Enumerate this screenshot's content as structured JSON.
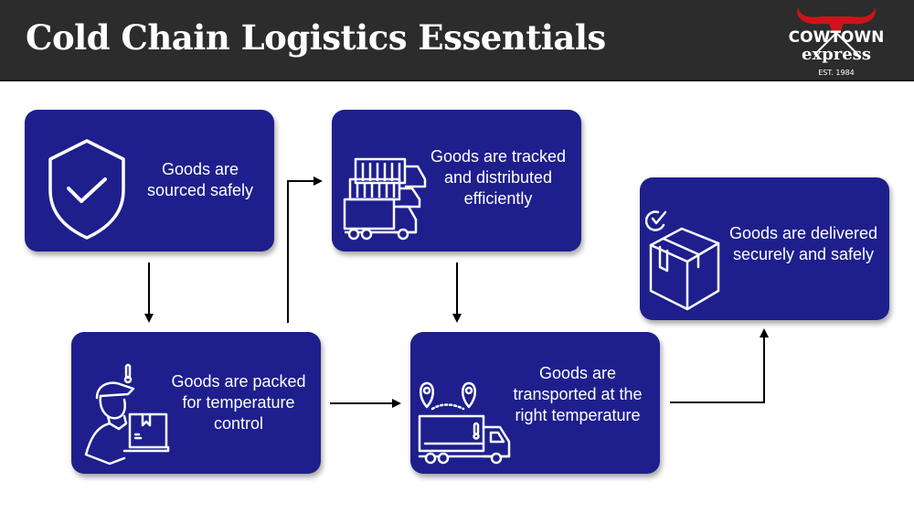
{
  "header": {
    "title": "Cold Chain Logistics Essentials",
    "background_color": "#2c2c2c"
  },
  "logo": {
    "line1": "COWTOWN",
    "line2": "express",
    "tagline": "EST. 1984",
    "accent_color": "#d0121b"
  },
  "steps": [
    {
      "id": "sourced",
      "icon": "shield-check-icon",
      "label": "Goods are sourced safely"
    },
    {
      "id": "packed",
      "icon": "courier-with-box-icon",
      "label": "Goods are packed for temperature control"
    },
    {
      "id": "tracked",
      "icon": "truck-fleet-icon",
      "label": "Goods are tracked and distributed efficiently"
    },
    {
      "id": "transported",
      "icon": "refrigerated-truck-route-icon",
      "label": "Goods are transported at the right temperature"
    },
    {
      "id": "delivered",
      "icon": "box-check-icon",
      "label": "Goods are delivered securely and safely"
    }
  ],
  "flow": [
    {
      "from": "sourced",
      "to": "packed"
    },
    {
      "from": "packed",
      "to": "tracked"
    },
    {
      "from": "tracked",
      "to": "transported"
    },
    {
      "from": "packed",
      "to": "transported"
    },
    {
      "from": "transported",
      "to": "delivered"
    }
  ],
  "colors": {
    "card": "#1e1f8c",
    "card_text": "#ffffff",
    "arrow": "#000000"
  }
}
